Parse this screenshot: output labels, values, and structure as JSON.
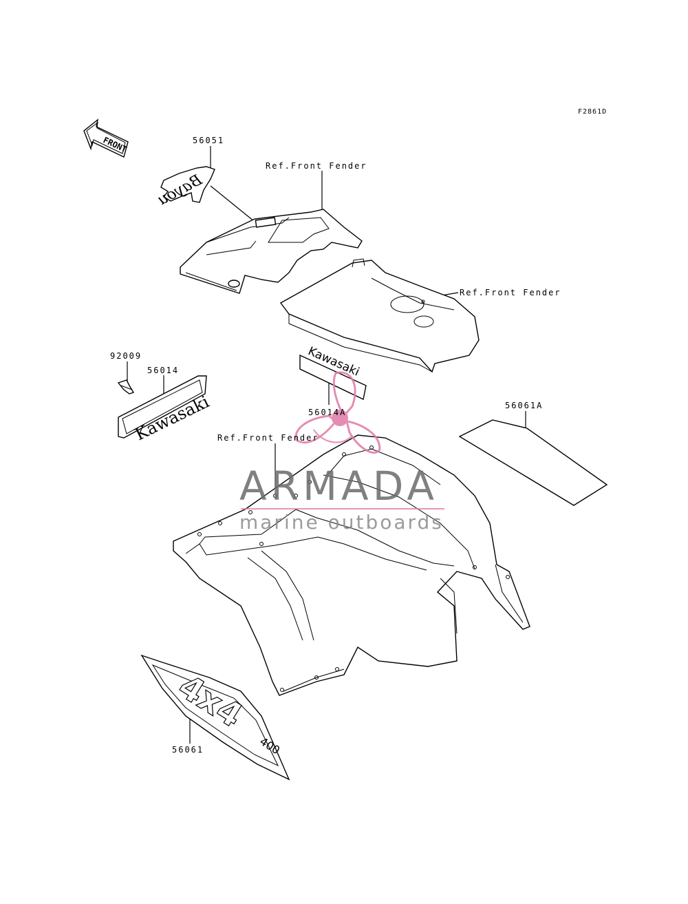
{
  "diagram": {
    "figure_code": "F2861D",
    "direction_label": "FRONT",
    "part_labels": {
      "p56051": "56051",
      "ref_front_fender_1": "Ref.Front Fender",
      "ref_front_fender_2": "Ref.Front Fender",
      "p92009": "92009",
      "p56014": "56014",
      "p56014A": "56014A",
      "p56061A": "56061A",
      "ref_front_fender_3": "Ref.Front Fender",
      "p56061": "56061"
    },
    "decal_texts": {
      "bayou": "Bayou",
      "kawasaki_1": "Kawasaki",
      "kawasaki_2": "Kawasaki",
      "model_4x4": "4x4",
      "model_num": "400"
    }
  },
  "watermark": {
    "title": "ARMADA",
    "subtitle": "marine outboards",
    "accent_color": "#e07aa8"
  }
}
